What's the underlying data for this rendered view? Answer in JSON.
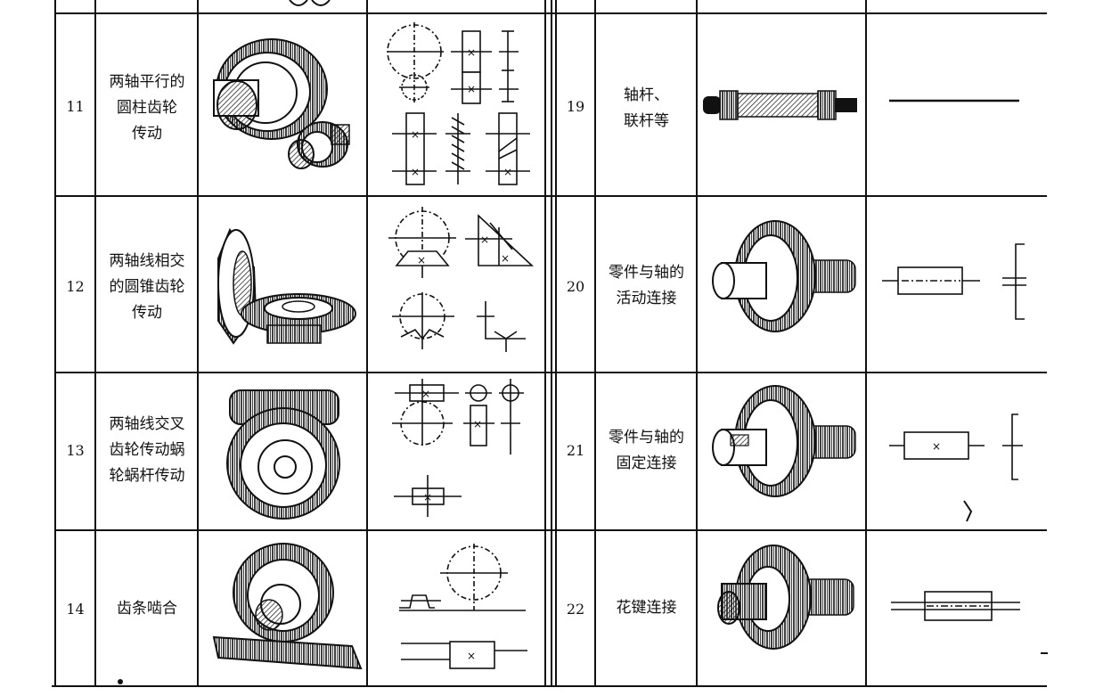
{
  "table": {
    "left_rows": [
      {
        "number": "11",
        "name_lines": [
          "两轴平行的",
          "圆柱齿轮",
          "传动"
        ]
      },
      {
        "number": "12",
        "name_lines": [
          "两轴线相交",
          "的圆锥齿轮",
          "传动"
        ]
      },
      {
        "number": "13",
        "name_lines": [
          "两轴线交叉",
          "齿轮传动蜗",
          "轮蜗杆传动"
        ]
      },
      {
        "number": "14",
        "name_lines": [
          "齿条啮合"
        ]
      }
    ],
    "right_rows": [
      {
        "number": "19",
        "name_lines": [
          "轴杆、",
          "联杆等"
        ]
      },
      {
        "number": "20",
        "name_lines": [
          "零件与轴的",
          "活动连接"
        ]
      },
      {
        "number": "21",
        "name_lines": [
          "零件与轴的",
          "固定连接"
        ]
      },
      {
        "number": "22",
        "name_lines": [
          "花键连接"
        ]
      }
    ]
  },
  "illustrations": {
    "r11_drawing": "spur-gear-pair-drawing",
    "r12_drawing": "bevel-gear-pair-drawing",
    "r13_drawing": "worm-gear-drawing",
    "r14_drawing": "rack-and-pinion-drawing",
    "r19_drawing": "shaft-drawing",
    "r20_drawing": "loose-part-on-shaft-drawing",
    "r21_drawing": "fixed-part-on-shaft-drawing",
    "r22_drawing": "spline-connection-drawing"
  }
}
